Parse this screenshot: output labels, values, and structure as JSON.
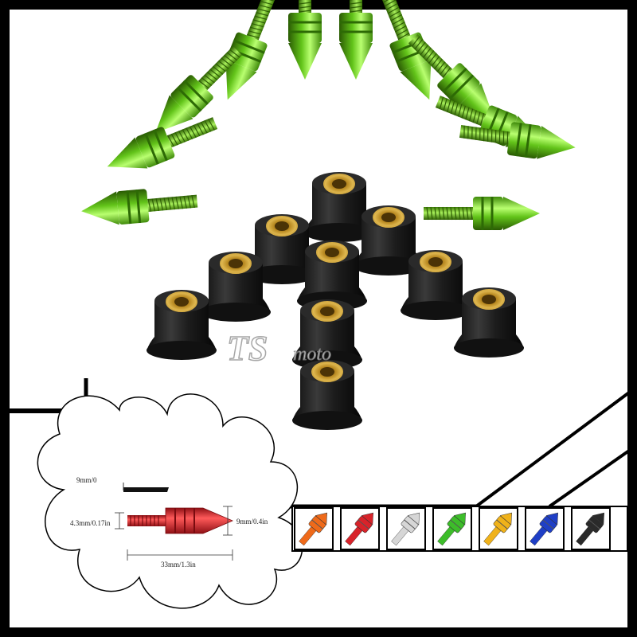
{
  "watermark": {
    "brand": "TS",
    "suffix": "moto"
  },
  "diagram": {
    "head_height": "9mm/0",
    "thread_dia": "4.3mm/0.17in",
    "head_dia": "9mm/0.4in",
    "length": "33mm/1.3in"
  },
  "colors": {
    "product": "#6ed01c",
    "rubber": "#1b1b1b",
    "brass": "#c79a2a",
    "diagram_bolt": "#d8232a",
    "frame": "#000000"
  },
  "color_options": [
    {
      "name": "orange",
      "hex": "#ef6a1a"
    },
    {
      "name": "red",
      "hex": "#d8232a"
    },
    {
      "name": "silver",
      "hex": "#d6d6d6"
    },
    {
      "name": "green",
      "hex": "#3dbd2a"
    },
    {
      "name": "gold",
      "hex": "#f0b21a"
    },
    {
      "name": "blue",
      "hex": "#1f3fc6"
    },
    {
      "name": "black",
      "hex": "#2a2a2a"
    }
  ]
}
